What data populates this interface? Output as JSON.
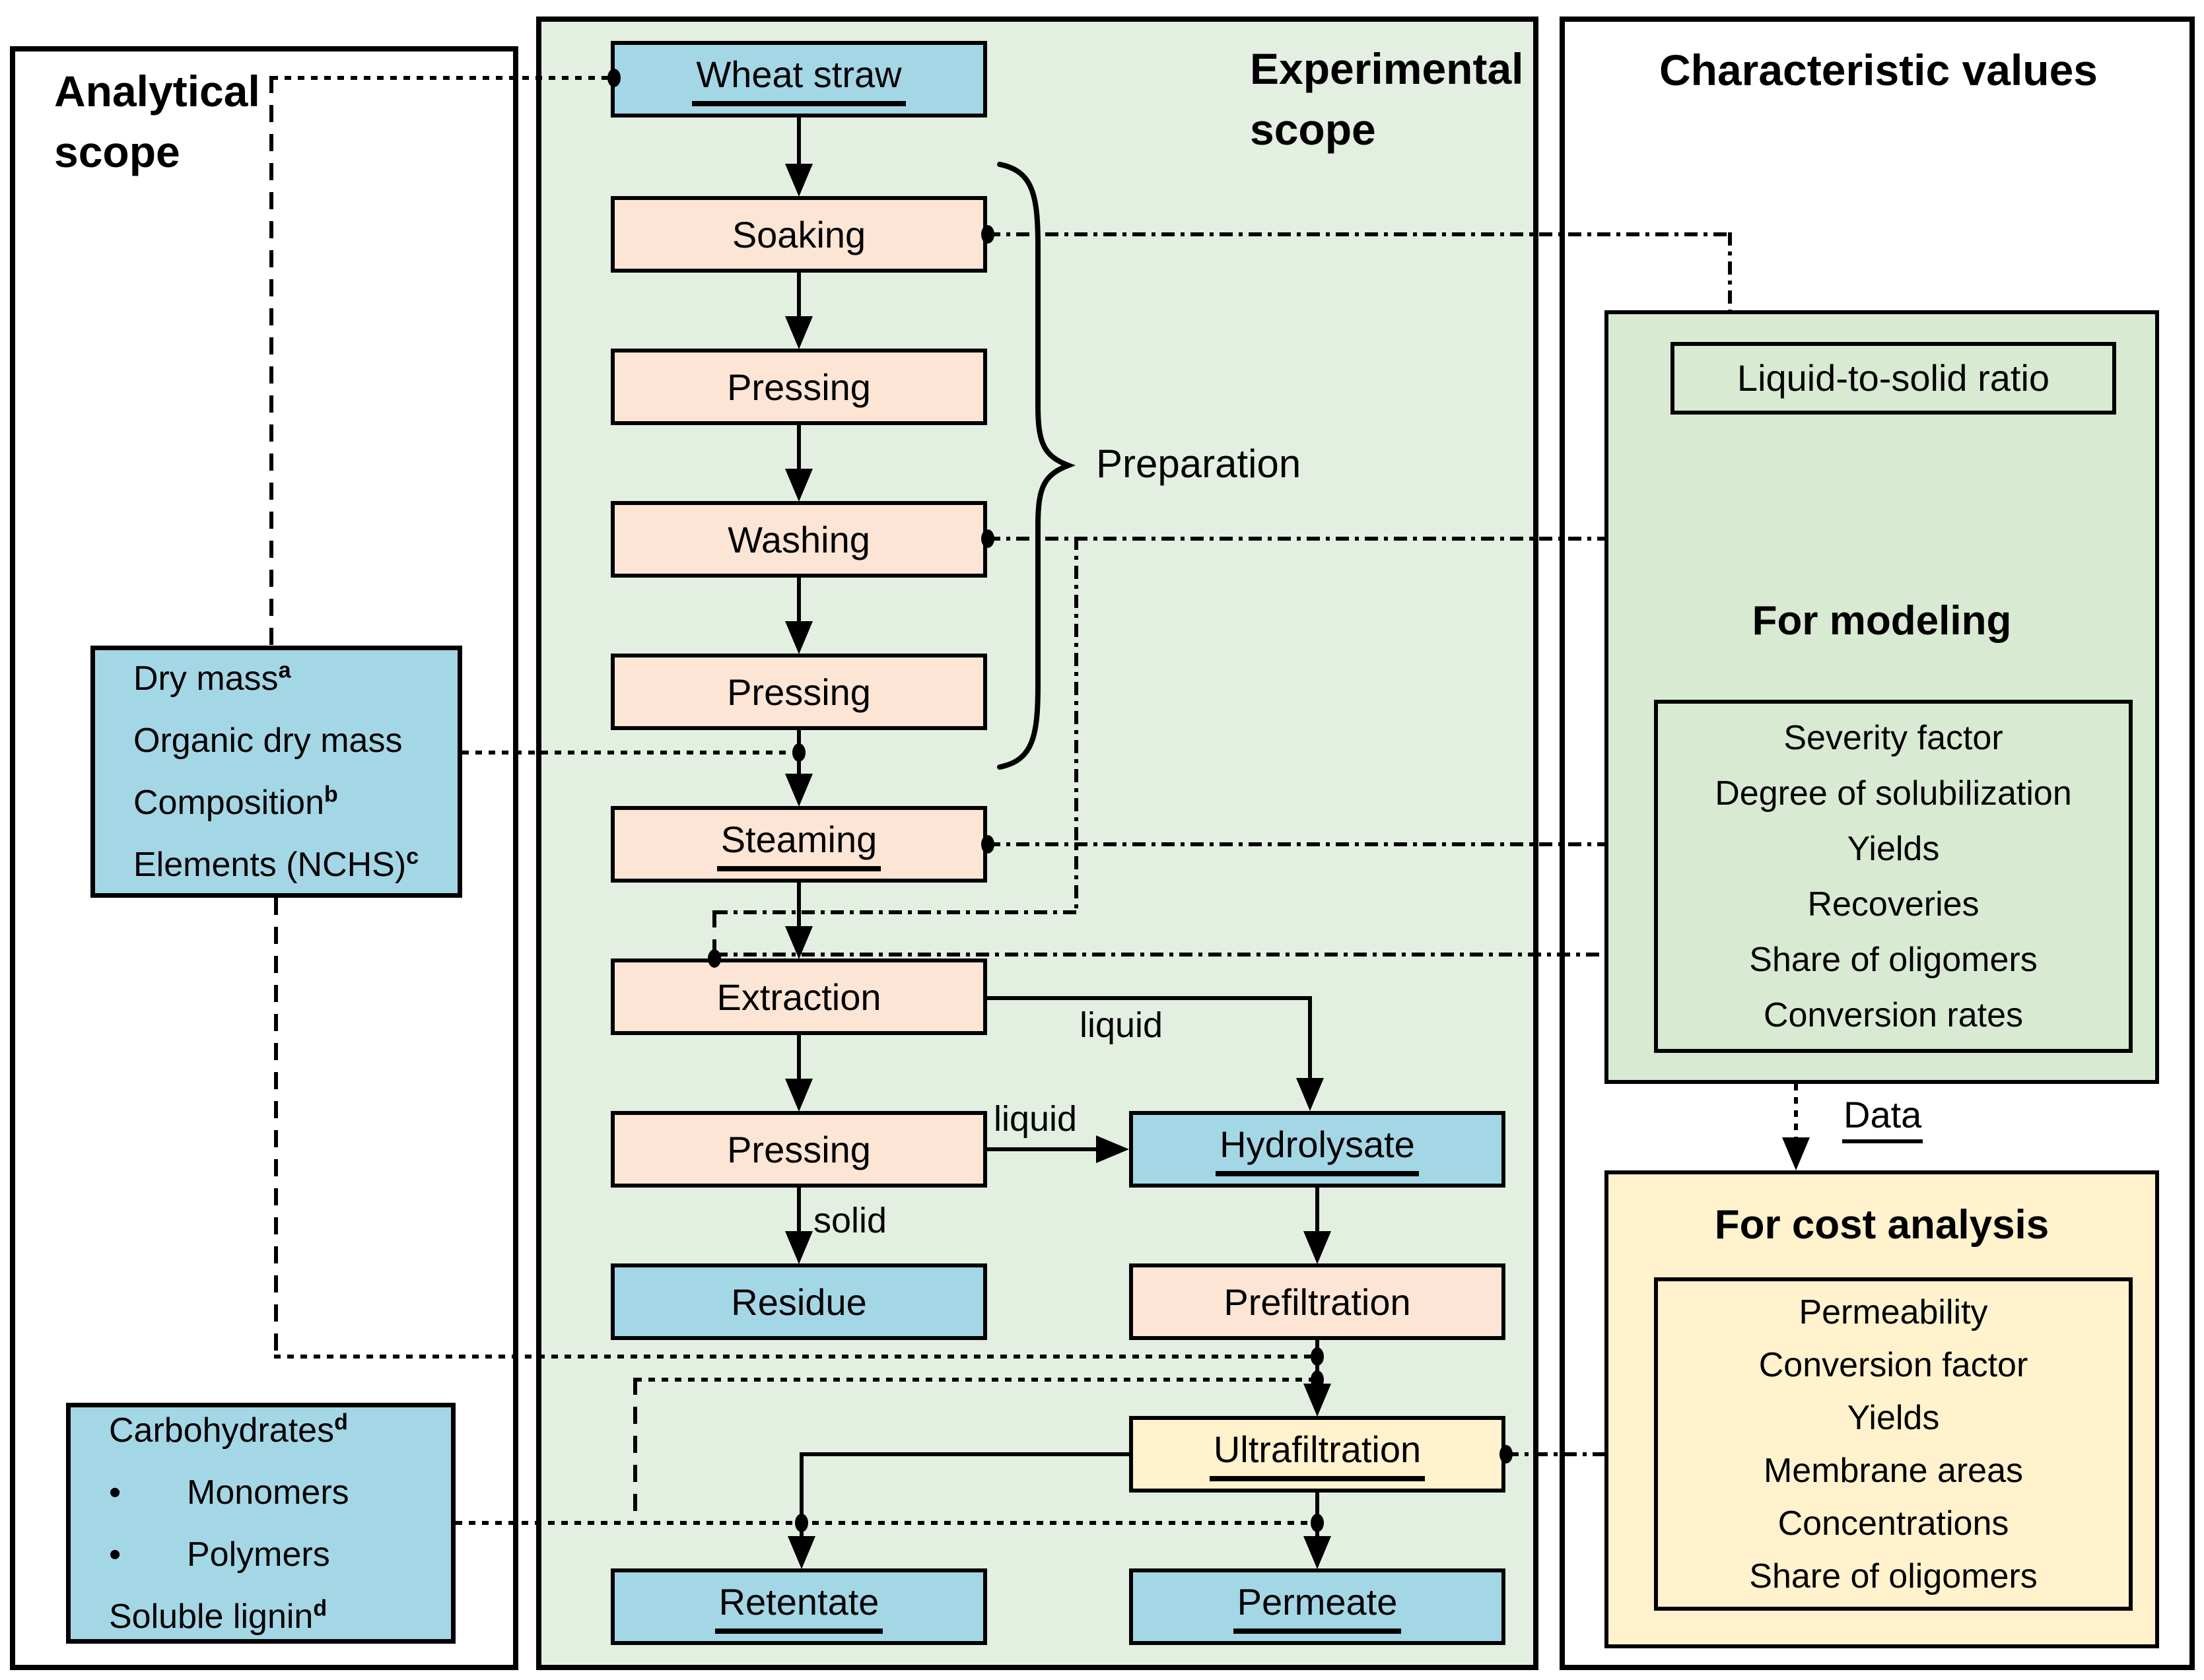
{
  "titles": {
    "analytical_1": "Analytical",
    "analytical_2": "scope",
    "experimental_1": "Experimental",
    "experimental_2": "scope",
    "characteristic": "Characteristic values"
  },
  "flow": {
    "wheat_straw": "Wheat straw",
    "soaking": "Soaking",
    "pressing_1": "Pressing",
    "washing": "Washing",
    "pressing_2": "Pressing",
    "steaming": "Steaming",
    "extraction": "Extraction",
    "pressing_3": "Pressing",
    "residue": "Residue",
    "hydrolysate": "Hydrolysate",
    "prefiltration": "Prefiltration",
    "ultrafiltration": "Ultrafiltration",
    "retentate": "Retentate",
    "permeate": "Permeate"
  },
  "edge_labels": {
    "liquid_extraction": "liquid",
    "liquid_pressing": "liquid",
    "solid": "solid",
    "preparation": "Preparation",
    "data": "Data"
  },
  "analytical": {
    "measures": [
      {
        "text": "Dry mass",
        "sup": "a"
      },
      {
        "text": "Organic dry mass",
        "sup": ""
      },
      {
        "text": "Composition",
        "sup": "b"
      },
      {
        "text": "Elements (NCHS)",
        "sup": "c"
      }
    ],
    "carbohydrates": [
      {
        "bullet": "",
        "text": "Carbohydrates",
        "sup": "d"
      },
      {
        "bullet": "•",
        "text": "Monomers",
        "sup": ""
      },
      {
        "bullet": "•",
        "text": "Polymers",
        "sup": ""
      },
      {
        "bullet": "",
        "text": "Soluble lignin",
        "sup": "d"
      }
    ]
  },
  "characteristic": {
    "ratio_box": "Liquid-to-solid ratio",
    "modeling_title": "For modeling",
    "modeling_items": [
      "Severity factor",
      "Degree of solubilization",
      "Yields",
      "Recoveries",
      "Share of oligomers",
      "Conversion rates"
    ],
    "cost_title": "For cost analysis",
    "cost_items": [
      "Permeability",
      "Conversion factor",
      "Yields",
      "Membrane areas",
      "Concentrations",
      "Share of oligomers"
    ]
  },
  "colors": {
    "stream_blue": "#a4d7e6",
    "process_pink": "#fce5d5",
    "membrane_yellow": "#fff2cc",
    "panel_green": "#e3efe1",
    "value_green": "#d9ead3",
    "line_black": "#000000"
  }
}
